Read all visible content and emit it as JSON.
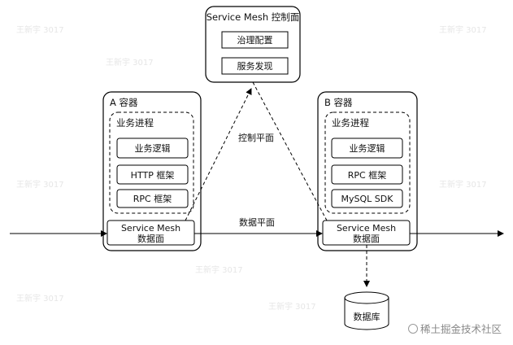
{
  "control_plane": {
    "title": "Service Mesh 控制面",
    "items": [
      "治理配置",
      "服务发现"
    ]
  },
  "container_a": {
    "title": "A 容器",
    "process_title": "业务进程",
    "items": [
      "业务逻辑",
      "HTTP 框架",
      "RPC 框架"
    ],
    "dataplane": [
      "Service Mesh",
      "数据面"
    ]
  },
  "container_b": {
    "title": "B 容器",
    "process_title": "业务进程",
    "items": [
      "业务逻辑",
      "RPC 框架",
      "MySQL SDK"
    ],
    "dataplane": [
      "Service Mesh",
      "数据面"
    ]
  },
  "labels": {
    "control_plane_link": "控制平面",
    "data_plane_link": "数据平面"
  },
  "database": {
    "label": "数据库"
  },
  "watermark": {
    "text": "稀土掘金技术社区",
    "repeat_text": "王新宇 3017"
  }
}
